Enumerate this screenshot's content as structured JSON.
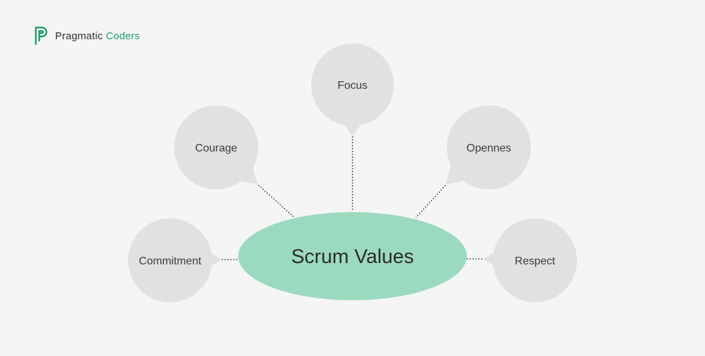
{
  "brand": {
    "word1": "Pragmatic",
    "word2": "Coders",
    "accent": "#1e9e6a",
    "icon": "brand-logo-icon"
  },
  "center": {
    "label": "Scrum Values",
    "color": "#9cdabf"
  },
  "bubble_color": "#e1e1e1",
  "values": [
    {
      "id": "focus",
      "label": "Focus"
    },
    {
      "id": "courage",
      "label": "Courage"
    },
    {
      "id": "opennes",
      "label": "Opennes"
    },
    {
      "id": "commitment",
      "label": "Commitment"
    },
    {
      "id": "respect",
      "label": "Respect"
    }
  ]
}
